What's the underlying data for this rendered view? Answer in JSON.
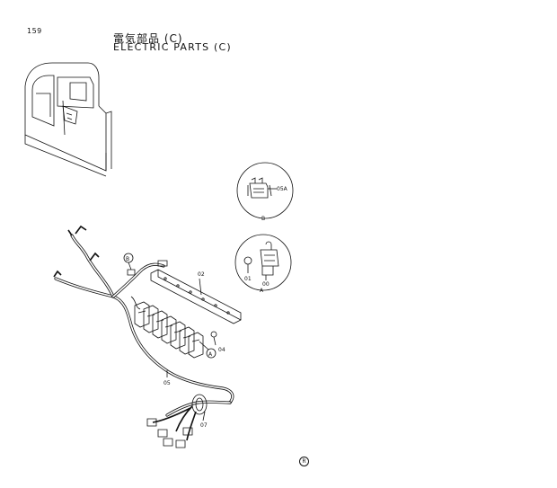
{
  "page": {
    "number": "159"
  },
  "title": {
    "japanese": "電気部品 (C)",
    "english": "ELECTRIC PARTS (C)"
  },
  "callouts": {
    "detail_b_part": "05A",
    "detail_b_letter": "B",
    "detail_a_part_left": "01",
    "detail_a_part_right": "00",
    "detail_a_letter": "A",
    "bracket": "02",
    "bolt": "04",
    "harness": "05",
    "grommet": "07",
    "ref_a": "A",
    "ref_b": "B"
  },
  "corner_mark": "R"
}
